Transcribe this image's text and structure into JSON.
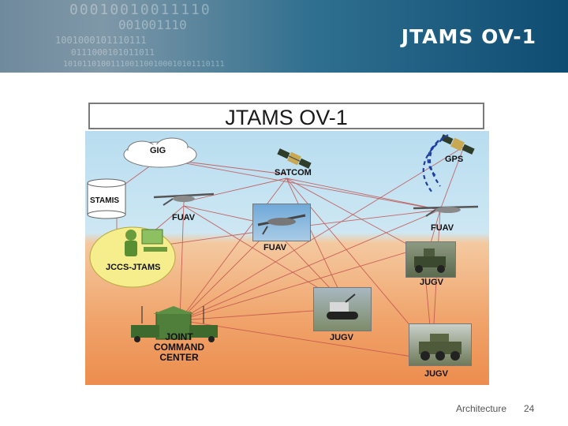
{
  "slide": {
    "header_title": "JTAMS OV-1",
    "banner_bits": [
      "00010010011110",
      "001001110",
      "1001000101110111",
      "0111000101011011",
      "1010110100111001100100010101110111"
    ],
    "footer_label": "Architecture",
    "page_number": "24"
  },
  "diagram": {
    "title": "JTAMS OV-1",
    "nodes": {
      "gig": "GIG",
      "satcom": "SATCOM",
      "gps": "GPS",
      "stamis": "STAMIS",
      "fuav_left": "FUAV",
      "fuav_center": "FUAV",
      "fuav_right": "FUAV",
      "jccs": "JCCS-JTAMS",
      "jugv_right": "JUGV",
      "jugv_center": "JUGV",
      "jugv_bottom": "JUGV",
      "jcc_line1": "JOINT",
      "jcc_line2": "COMMAND",
      "jcc_line3": "CENTER"
    },
    "colors": {
      "links": "#c0504d",
      "sky": "#c6e3f2",
      "ground": "#ef9d62",
      "gps_signal": "#1f3f9f"
    }
  }
}
